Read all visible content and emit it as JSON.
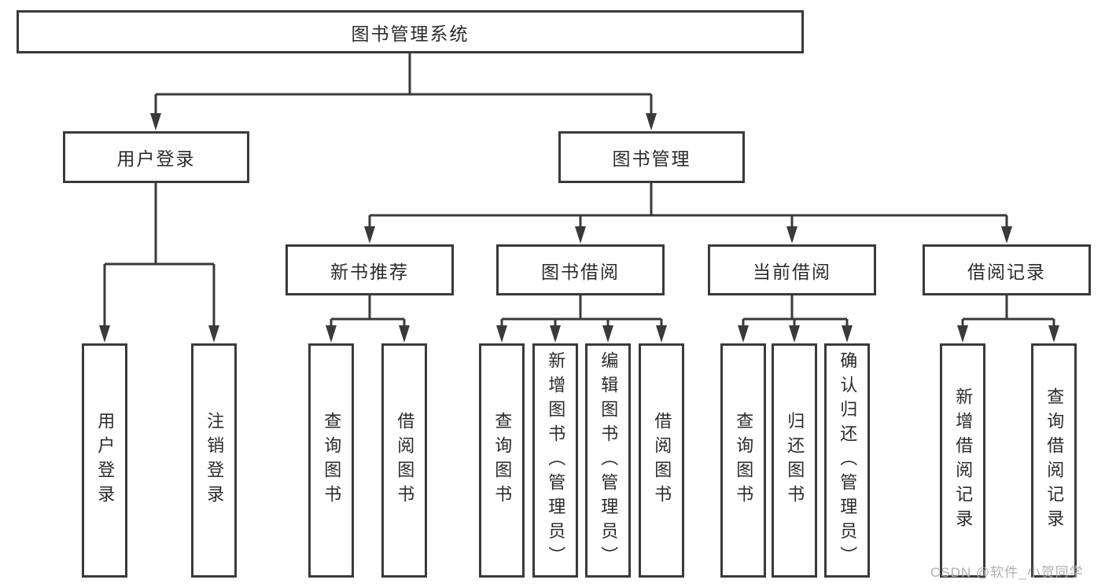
{
  "diagram": {
    "type": "hierarchy-tree",
    "colors": {
      "line": "#3a3a3a",
      "box_border": "#3a3a3a",
      "text": "#2b2b2b",
      "background": "#ffffff",
      "watermark": "#b4aeae"
    },
    "tree": {
      "root": {
        "label": "图书管理系统"
      },
      "level2": [
        {
          "label": "用户登录",
          "leaves": [
            {
              "label": "用户登录"
            },
            {
              "label": "注销登录"
            }
          ]
        },
        {
          "label": "图书管理",
          "groups": [
            {
              "label": "新书推荐",
              "leaves": [
                {
                  "label": "查询图书"
                },
                {
                  "label": "借阅图书"
                }
              ]
            },
            {
              "label": "图书借阅",
              "leaves": [
                {
                  "label": "查询图书"
                },
                {
                  "label": "新增图书（管理员）"
                },
                {
                  "label": "编辑图书（管理员）"
                },
                {
                  "label": "借阅图书"
                }
              ]
            },
            {
              "label": "当前借阅",
              "leaves": [
                {
                  "label": "查询图书"
                },
                {
                  "label": "归还图书"
                },
                {
                  "label": "确认归还（管理员）"
                }
              ]
            },
            {
              "label": "借阅记录",
              "leaves": [
                {
                  "label": "新增借阅记录"
                },
                {
                  "label": "查询借阅记录"
                }
              ]
            }
          ]
        }
      ]
    },
    "watermark": "CSDN @软件_小贺同学"
  }
}
